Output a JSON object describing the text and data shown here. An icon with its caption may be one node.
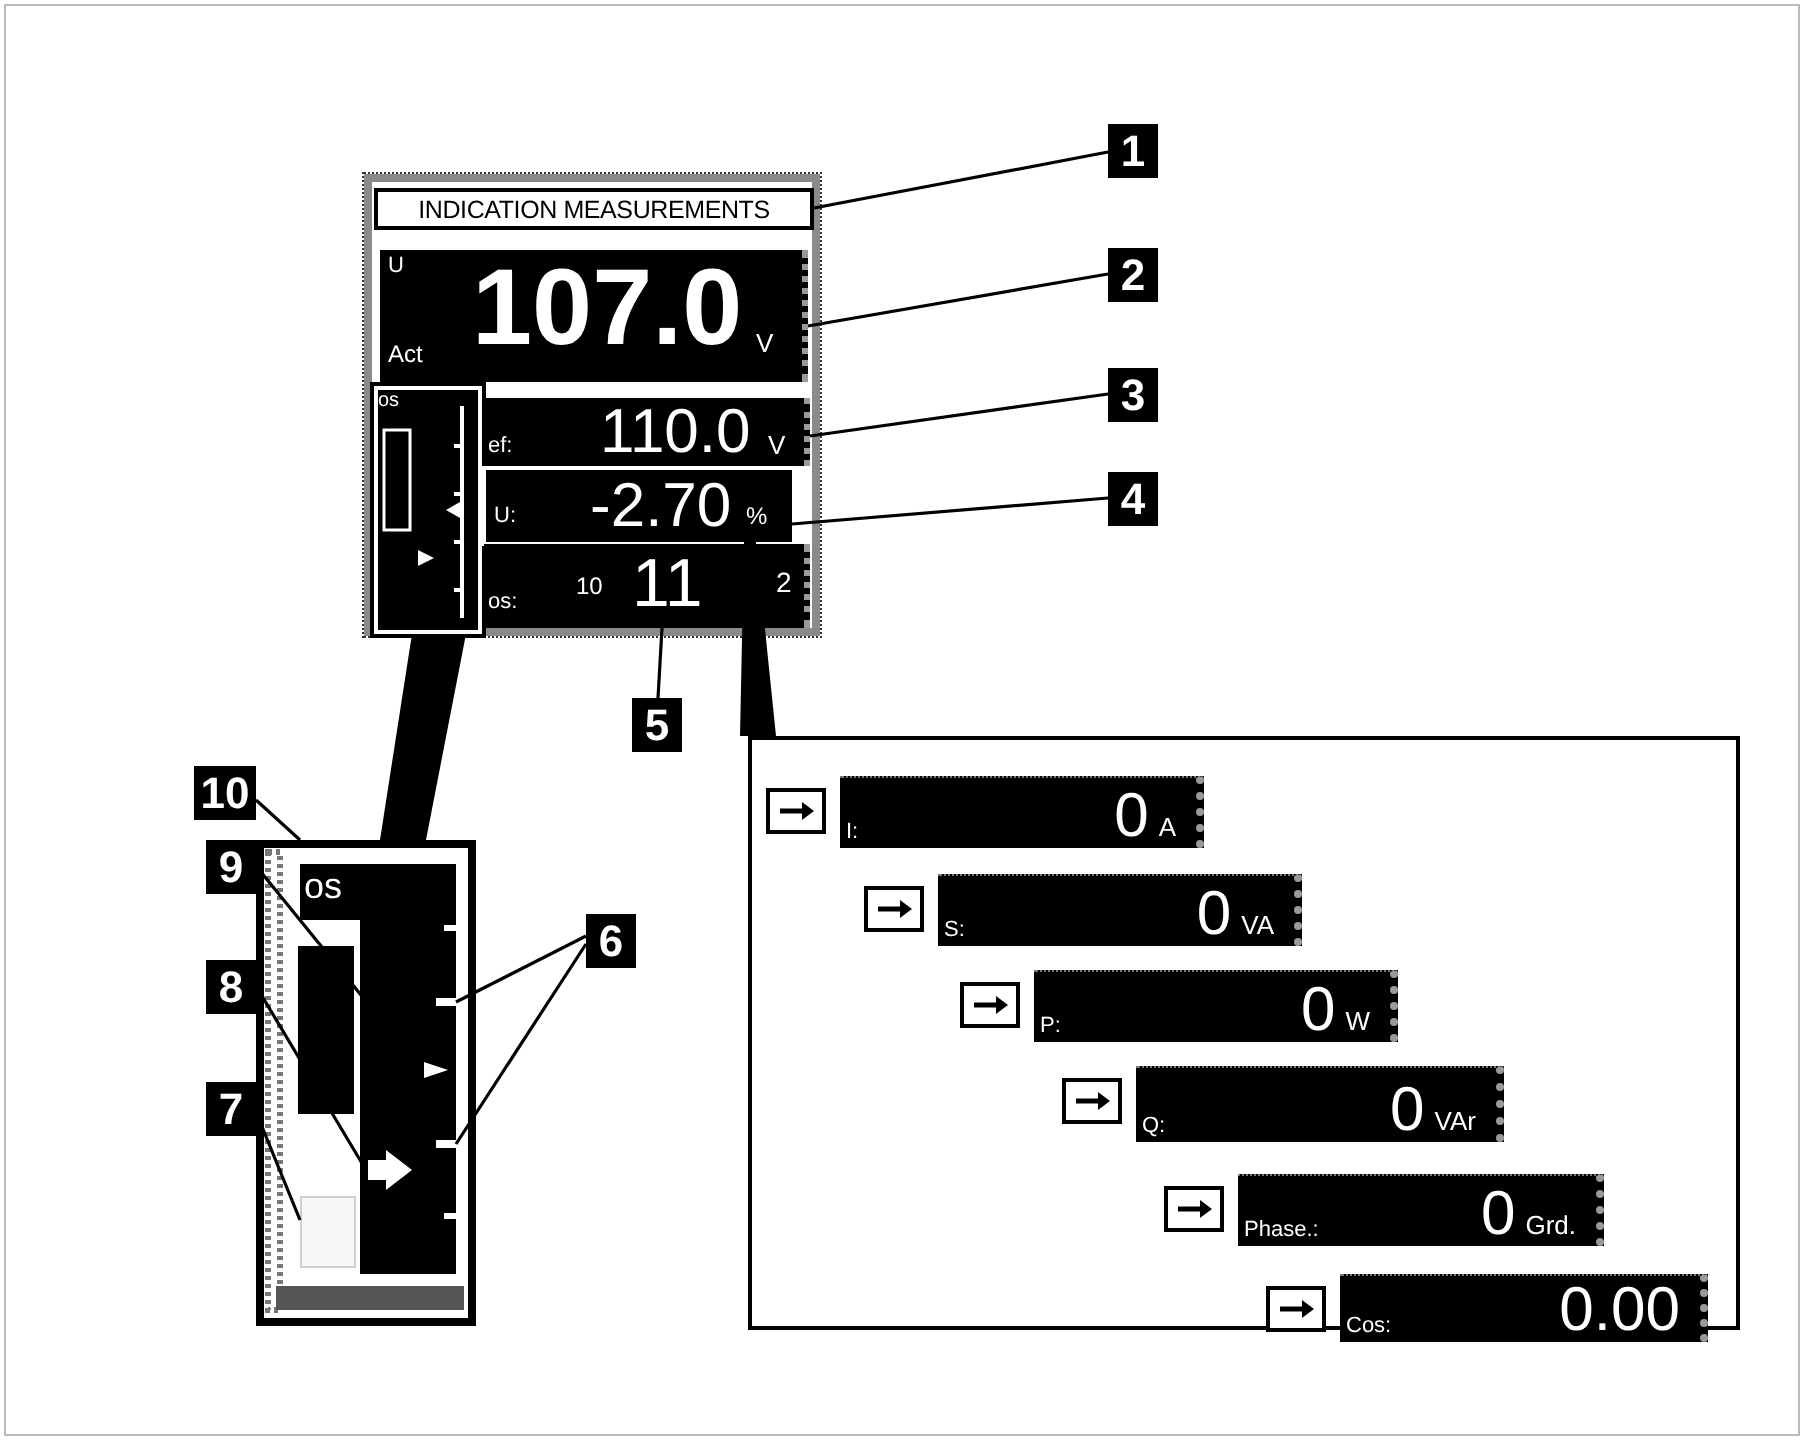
{
  "diagram": {
    "nodes": [
      {
        "text": [],
        "shape": "box"
      },
      {
        "text": [
          "INDICATION MEASUREMENTS"
        ],
        "in": 0
      },
      {
        "text": [
          "U",
          "Act",
          "107.0",
          "V"
        ],
        "in": 0
      },
      {
        "text": [
          "os"
        ],
        "in": 0
      },
      {
        "text": [
          "ef:",
          "110.0",
          "V"
        ],
        "in": 0
      },
      {
        "text": [
          "U:",
          "-2.70",
          "%"
        ],
        "in": 0
      },
      {
        "text": [
          "os:",
          "10",
          "11",
          "2"
        ],
        "in": 0
      },
      {
        "text": [
          "1"
        ]
      },
      {
        "text": [
          "2"
        ]
      },
      {
        "text": [
          "3"
        ]
      },
      {
        "text": [
          "4"
        ]
      },
      {
        "text": [
          "5"
        ]
      },
      {
        "text": [
          "6"
        ]
      },
      {
        "text": [
          "7"
        ]
      },
      {
        "text": [
          "8"
        ]
      },
      {
        "text": [
          "9"
        ]
      },
      {
        "text": [
          "10"
        ]
      },
      {
        "text": [
          "os"
        ]
      },
      {
        "text": [],
        "shape": "bar",
        "in": 17
      },
      {
        "text": [],
        "shape": "bar",
        "in": 17
      },
      {
        "text": [],
        "shape": "triangle",
        "in": 17
      },
      {
        "text": [],
        "shape": "triangle",
        "in": 17
      },
      {
        "text": [],
        "shape": "box",
        "in": 17
      },
      {
        "text": [],
        "shape": "box"
      },
      {
        "text": [
          "I:",
          "0",
          "A"
        ],
        "in": 23
      },
      {
        "text": [
          "S:",
          "0",
          "VA"
        ],
        "in": 23
      },
      {
        "text": [
          "P:",
          "0",
          "W"
        ],
        "in": 23
      },
      {
        "text": [
          "Q:",
          "0",
          "VAr"
        ],
        "in": 23
      },
      {
        "text": [
          "Phase.:",
          "0",
          "Grd."
        ],
        "in": 23
      },
      {
        "text": [
          "Cos:",
          "0.00"
        ],
        "in": 23
      }
    ],
    "edges": [
      {
        "from": 7,
        "to": 1,
        "arrow": "none"
      },
      {
        "from": 8,
        "to": 2,
        "arrow": "none"
      },
      {
        "from": 9,
        "to": 4,
        "arrow": "none"
      },
      {
        "from": 10,
        "to": 5,
        "arrow": "none"
      },
      {
        "from": 11,
        "to": 6,
        "arrow": "none"
      },
      {
        "from": 12,
        "to": 18,
        "arrow": "none"
      },
      {
        "from": 12,
        "to": 19,
        "arrow": "none"
      },
      {
        "from": 13,
        "to": 22,
        "arrow": "none"
      },
      {
        "from": 14,
        "to": 21,
        "arrow": "none"
      },
      {
        "from": 15,
        "to": 20,
        "arrow": "none"
      },
      {
        "from": 16,
        "to": 17,
        "arrow": "none"
      },
      {
        "from": 3,
        "to": 17,
        "arrow": "none",
        "style": "thick"
      },
      {
        "from": 5,
        "to": 23,
        "arrow": "none",
        "style": "thick"
      }
    ]
  }
}
